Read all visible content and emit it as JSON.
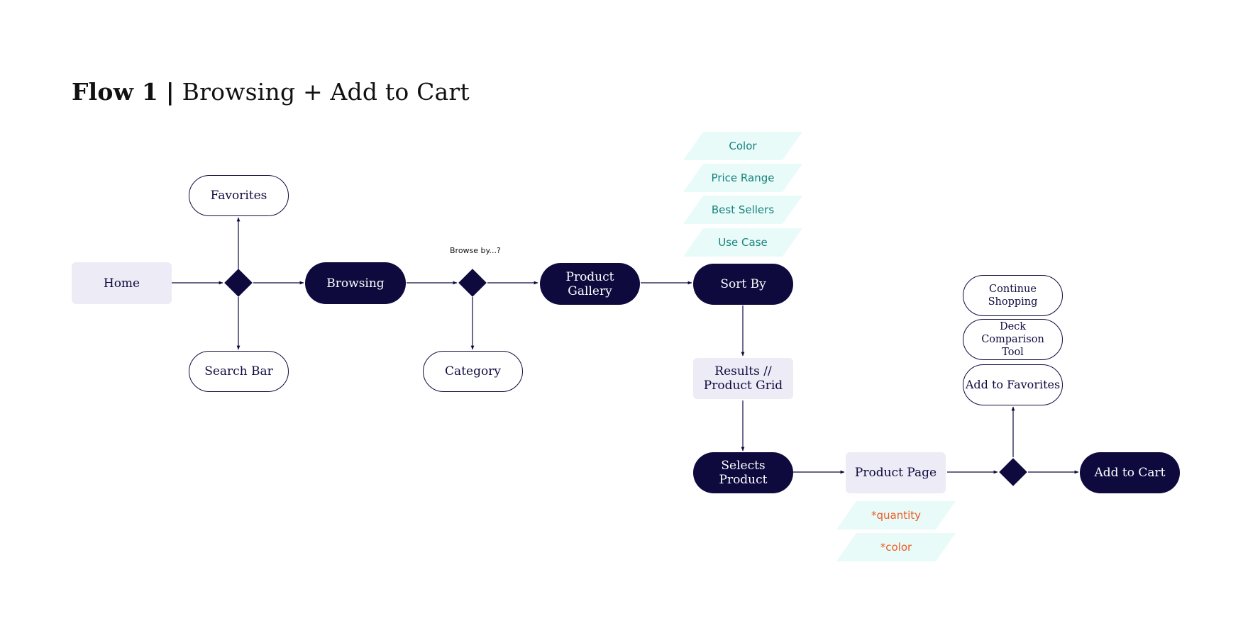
{
  "title": {
    "bold": "Flow 1",
    "separator": "|",
    "rest": "Browsing + Add to Cart"
  },
  "nodes": {
    "home": "Home",
    "favorites": "Favorites",
    "search_bar": "Search Bar",
    "browsing": "Browsing",
    "category": "Category",
    "product_gallery": "Product Gallery",
    "sort_by": "Sort By",
    "results_grid": "Results // Product Grid",
    "selects_product": "Selects Product",
    "product_page": "Product Page",
    "continue_shopping": "Continue Shopping",
    "deck_comparison": "Deck Comparison Tool",
    "add_to_favorites": "Add to Favorites",
    "add_to_cart": "Add to Cart"
  },
  "browse_note": "Browse by...?",
  "sort_options": [
    "Color",
    "Price Range",
    "Best Sellers",
    "Use Case"
  ],
  "product_options": [
    "*quantity",
    "*color"
  ],
  "colors": {
    "primary": "#0e0a3e",
    "light_fill": "#edecf6",
    "teal_text": "#17827d",
    "teal_fill": "#e8fbf9",
    "orange_text": "#ec5a24"
  }
}
